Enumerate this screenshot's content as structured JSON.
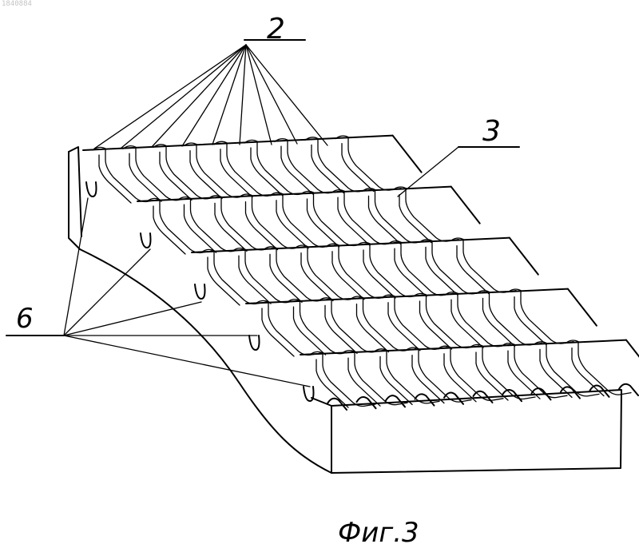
{
  "corner_number": "1840884",
  "labels": {
    "ribs": "2",
    "step_block": "3",
    "grooves": "6"
  },
  "caption": "Фиг.3",
  "ribs_per_step": 9,
  "steps": 5
}
